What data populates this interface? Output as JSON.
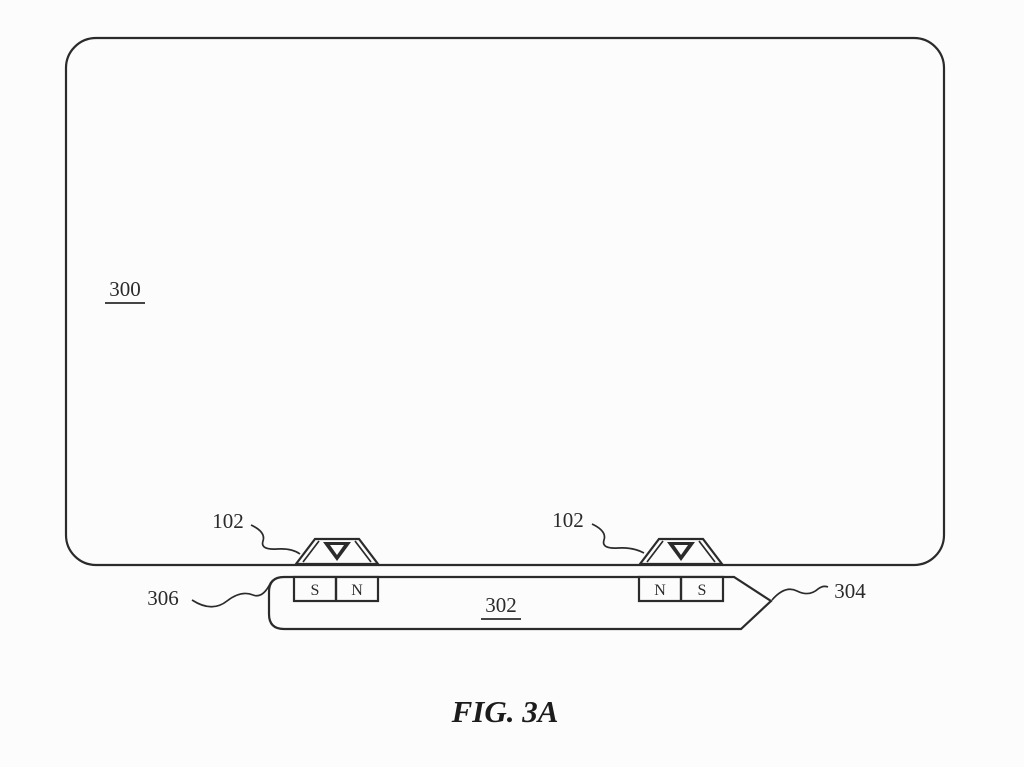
{
  "figure": {
    "caption": "FIG. 3A",
    "device_label": "300",
    "stylus_label": "302",
    "left_feature_label": "102",
    "right_feature_label": "102",
    "left_end_label": "306",
    "tip_label": "304",
    "magnet_left": {
      "cells": [
        "S",
        "N"
      ]
    },
    "magnet_right": {
      "cells": [
        "N",
        "S"
      ]
    },
    "colors": {
      "line": "#2b2b2b",
      "background": "#fcfcfc",
      "feature_mark_fill": "#2b2b2b"
    }
  }
}
